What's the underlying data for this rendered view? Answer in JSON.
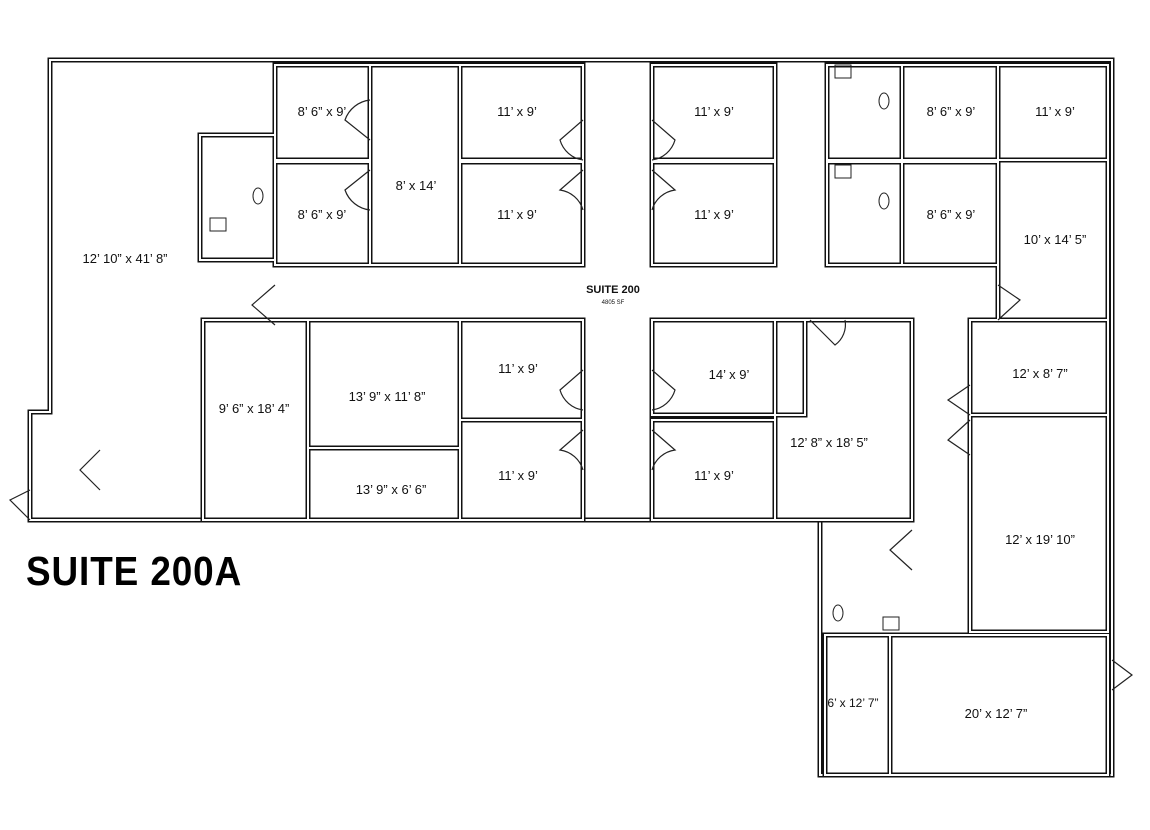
{
  "title": "SUITE 200A",
  "suite": {
    "name": "SUITE 200",
    "area": "4805 SF"
  },
  "rooms": [
    "12’ 10” x 41’ 8”",
    "8’ 6” x 9’",
    "8’ 6” x 9’",
    "8’ x 14’",
    "11’ x 9’",
    "11’ x 9’",
    "11’ x 9’",
    "11’ x 9’",
    "8’ 6” x 9’",
    "8’ 6” x 9’",
    "11’ x 9’",
    "10’ x 14’ 5”",
    "9’ 6” x 18’ 4”",
    "13’ 9” x 11’ 8”",
    "13’ 9” x 6’ 6”",
    "11’ x 9’",
    "11’ x 9’",
    "14’ x 9’",
    "11’ x 9’",
    "12’ 8” x 18’ 5”",
    "12’ x 8’ 7”",
    "12’ x 19’ 10”",
    "6’ x 12’ 7”",
    "20’ x 12’ 7”"
  ]
}
